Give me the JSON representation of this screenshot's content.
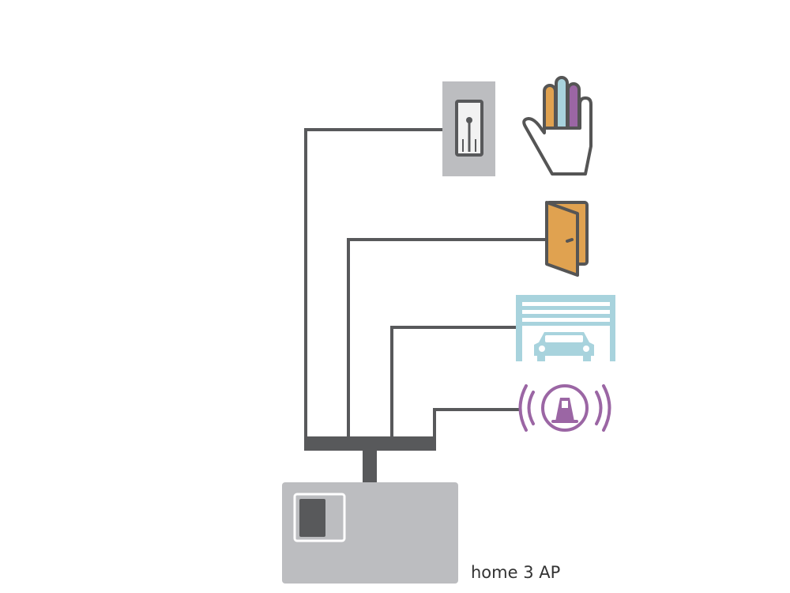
{
  "device": {
    "label": "home 3 AP"
  },
  "components": [
    {
      "name": "fingerprint-reader"
    },
    {
      "name": "door"
    },
    {
      "name": "garage-door"
    },
    {
      "name": "alarm-siren"
    }
  ],
  "icons": {
    "hand": "hand-icon",
    "door": "door-icon",
    "garage": "garage-car-icon",
    "alarm": "alarm-siren-icon",
    "reader": "fingerprint-reader-icon"
  },
  "colors": {
    "wire": "#58595b",
    "device": "#bcbdc0",
    "reader": "#bcbdc0",
    "orange": "#e0a250",
    "blue": "#a8d3dd",
    "purple": "#9b66a4",
    "outline": "#555555"
  }
}
